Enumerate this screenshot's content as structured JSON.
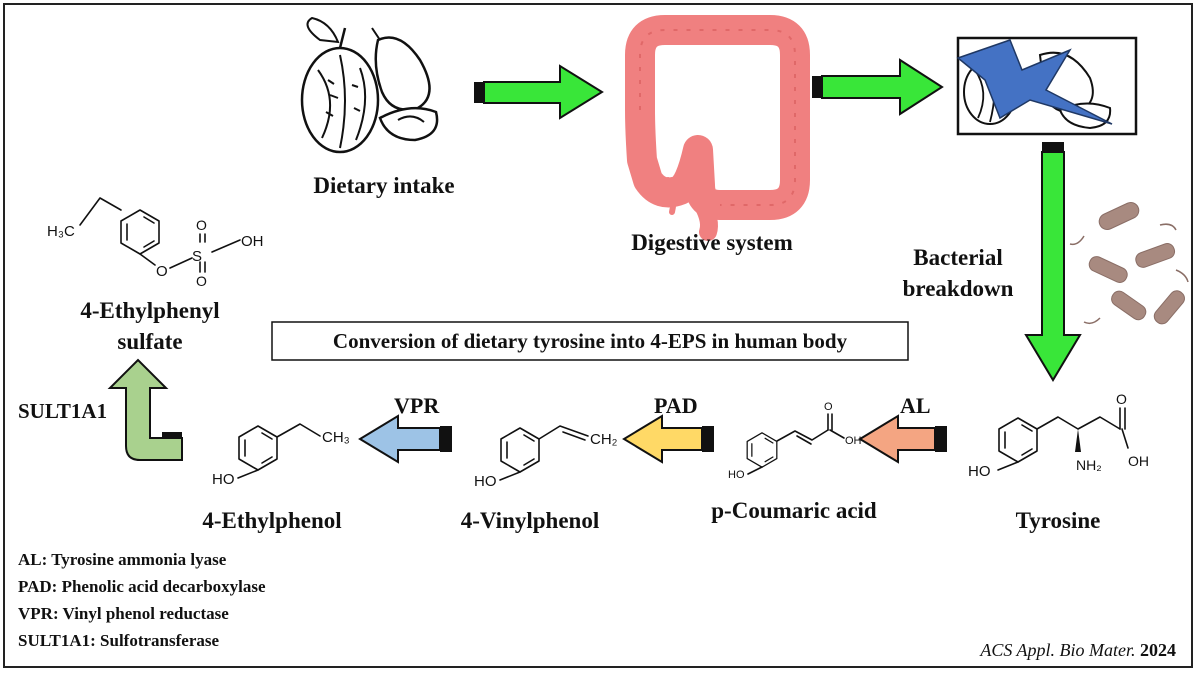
{
  "stages": {
    "dietary_intake": "Dietary intake",
    "digestive_system": "Digestive system",
    "bacterial_breakdown_line1": "Bacterial",
    "bacterial_breakdown_line2": "breakdown"
  },
  "title_box": "Conversion of dietary tyrosine into 4-EPS in human body",
  "compounds": {
    "tyrosine": "Tyrosine",
    "coumaric": "p-Coumaric acid",
    "vinylphenol": "4-Vinylphenol",
    "ethylphenol": "4-Ethylphenol",
    "eps_line1": "4-Ethylphenyl",
    "eps_line2": "sulfate"
  },
  "atoms": {
    "ho": "HO",
    "oh": "OH",
    "o": "O",
    "nh2": "NH₂",
    "h3c": "H₃C",
    "ch3": "CH₃",
    "ch2": "CH₂",
    "s": "S"
  },
  "enzymes": {
    "al": "AL",
    "pad": "PAD",
    "vpr": "VPR",
    "sult": "SULT1A1"
  },
  "legend": [
    "AL: Tyrosine ammonia lyase",
    "PAD: Phenolic acid decarboxylase",
    "VPR: Vinyl phenol reductase",
    "SULT1A1: Sulfotransferase"
  ],
  "citation": {
    "journal": "ACS Appl. Bio Mater.",
    "year": " 2024"
  },
  "colors": {
    "flow_arrow": "#39e639",
    "al_arrow": "#f4a582",
    "pad_arrow": "#ffd966",
    "vpr_arrow": "#9dc3e6",
    "sult_arrow": "#a9d18e",
    "colon": "#f08080",
    "lightning": "#4472c4",
    "bacteria": "#a88a80"
  }
}
